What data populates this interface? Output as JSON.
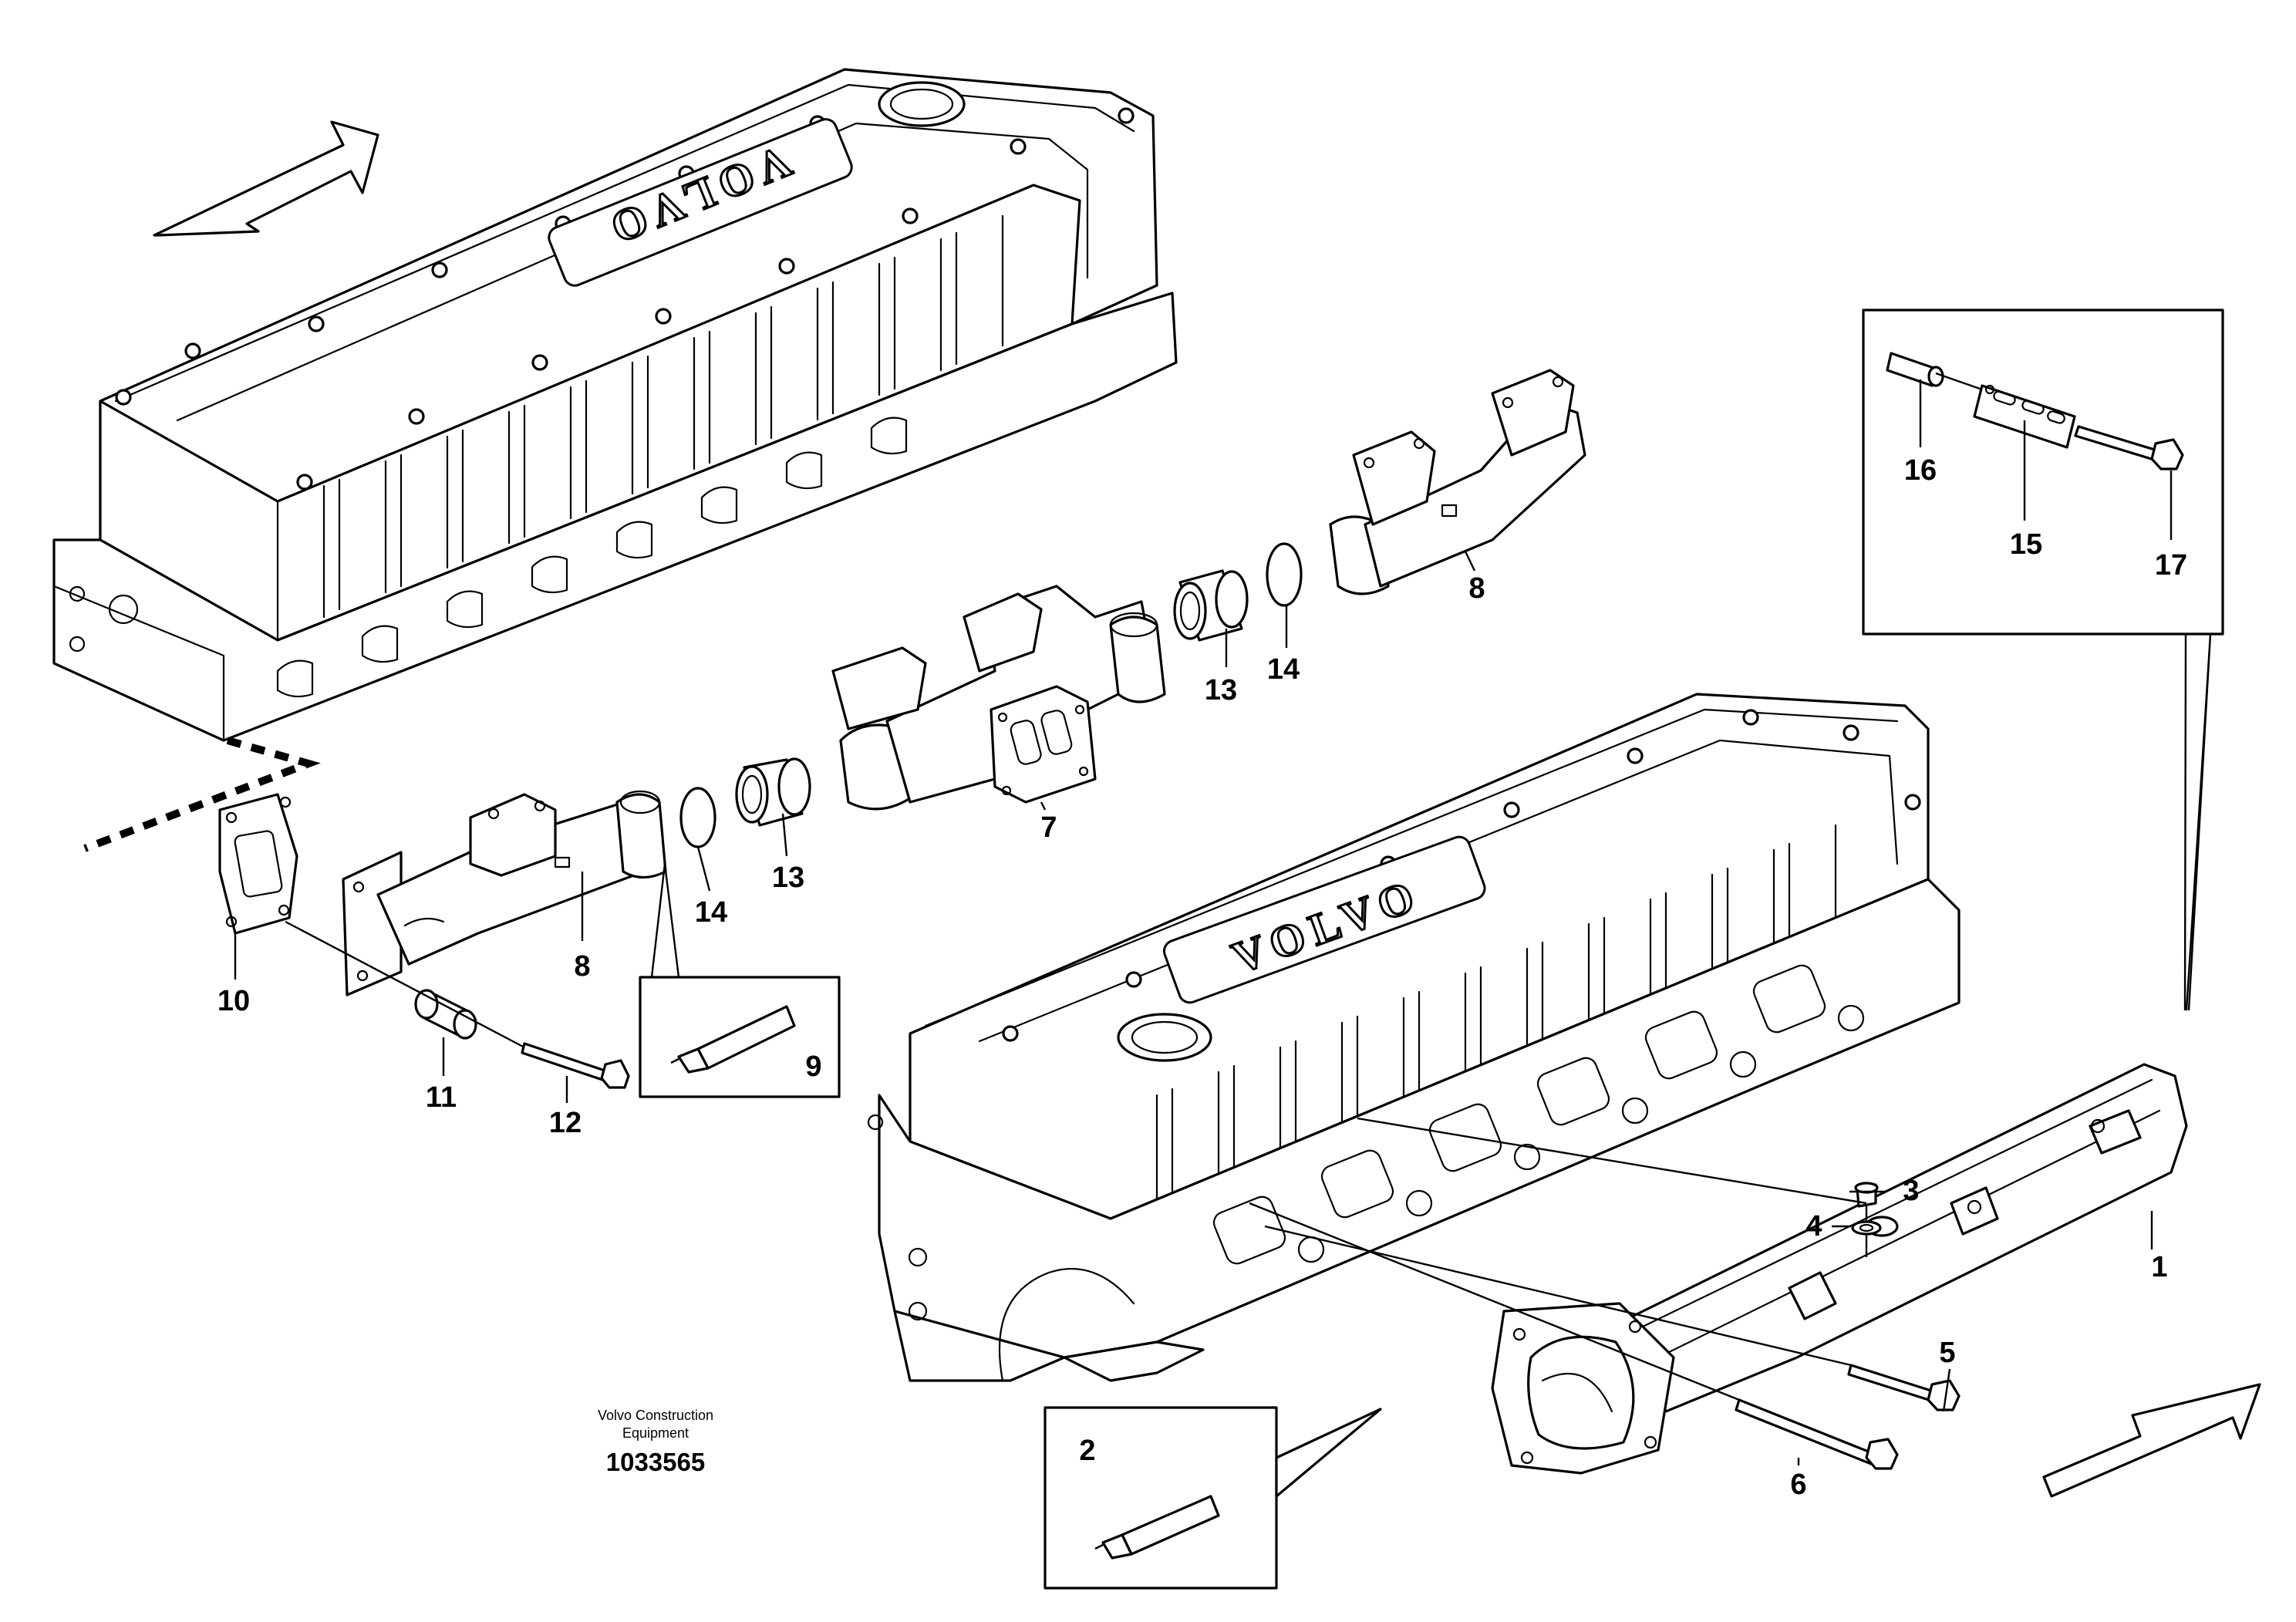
{
  "brand_text": "VOLVO",
  "callouts": {
    "c1": "1",
    "c2": "2",
    "c3": "3",
    "c4": "4",
    "c5": "5",
    "c6": "6",
    "c7": "7",
    "c8a": "8",
    "c8b": "8",
    "c9": "9",
    "c10": "10",
    "c11": "11",
    "c12": "12",
    "c13a": "13",
    "c13b": "13",
    "c14a": "14",
    "c14b": "14",
    "c15": "15",
    "c16": "16",
    "c17": "17"
  },
  "footer": {
    "company_line1": "Volvo Construction",
    "company_line2": "Equipment",
    "drawing_number": "1033565"
  }
}
